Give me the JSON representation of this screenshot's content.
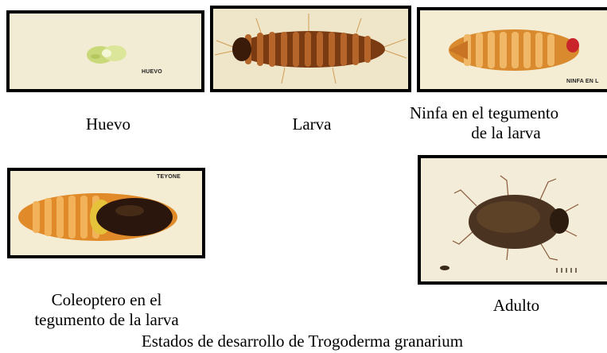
{
  "panels": {
    "egg": {
      "stamp": "HUEVO"
    },
    "pupa": {
      "stamp": "NINFA EN L"
    },
    "beetle_in_skin": {
      "stamp": "TEYONE"
    }
  },
  "captions": {
    "egg": "Huevo",
    "larva": "Larva",
    "pupa_line1": "Ninfa en el tegumento",
    "pupa_line2": "de la larva",
    "beetle_line1": "Coleoptero en el",
    "beetle_line2": "tegumento de la larva",
    "adult": "Adulto"
  },
  "figure_caption": "Estados de desarrollo de Trogoderma granarium"
}
